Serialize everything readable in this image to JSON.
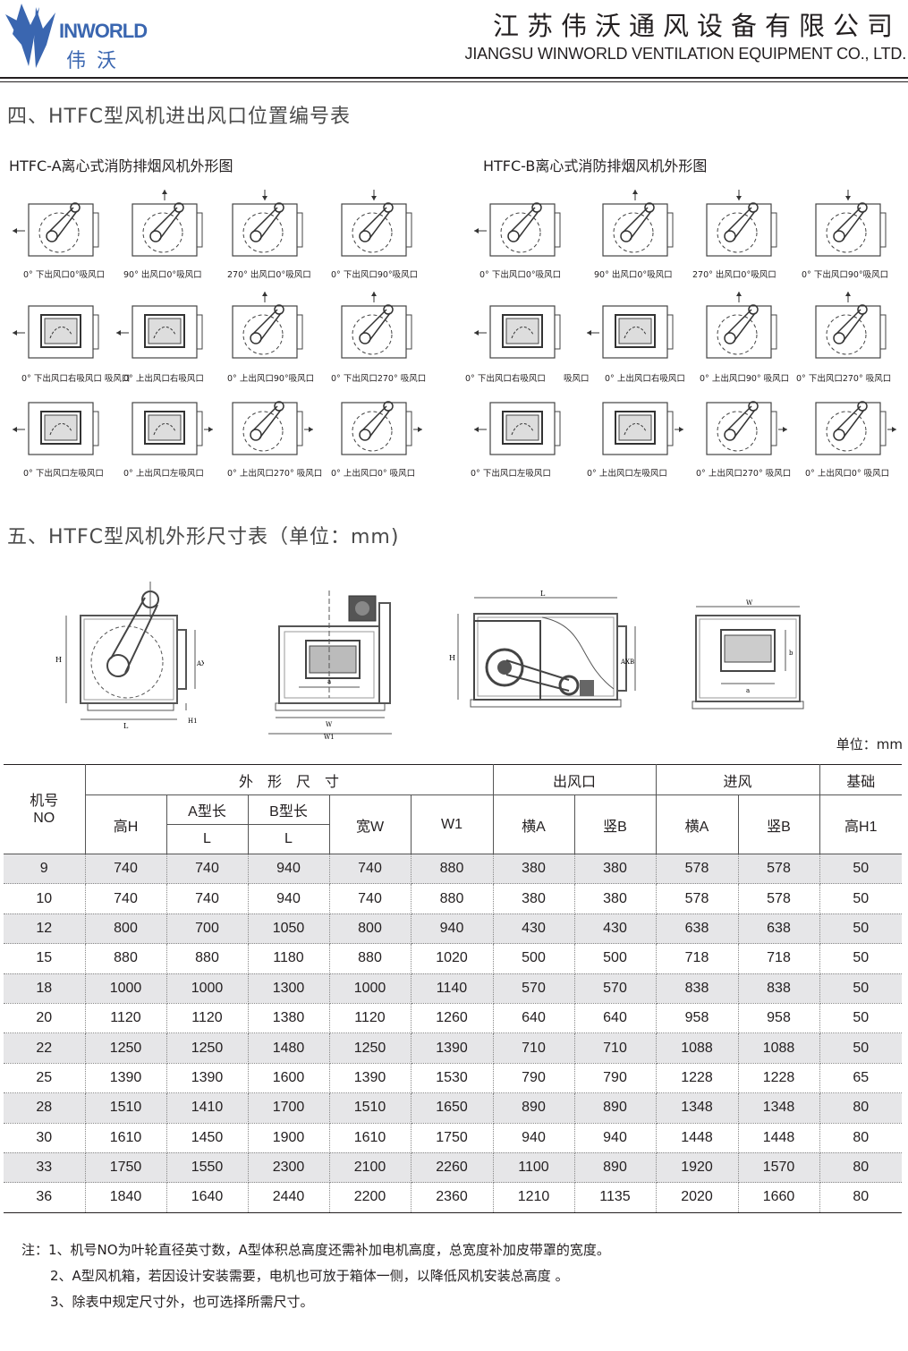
{
  "header": {
    "brand_en": "INWORLD",
    "brand_cn": "伟沃",
    "company_cn": "江苏伟沃通风设备有限公司",
    "company_en": "JIANGSU WINWORLD VENTILATION EQUIPMENT  CO., LTD.",
    "brand_color": "#3a66b0"
  },
  "section4": {
    "title": "四、HTFC型风机进出风口位置编号表",
    "a_title": "HTFC-A离心式消防排烟风机外形图",
    "b_title": "HTFC-B离心式消防排烟风机外形图",
    "a_captions": [
      "0° 下出风口0°吸风口",
      "90° 出风口0°吸风口",
      "270° 出风口0°吸风口",
      "0° 下出风口90°吸风口",
      "0° 下出风口右吸风口 吸风口",
      "0° 上出风口右吸风口",
      "0° 上出风口90°吸风口",
      "0° 下出风口270° 吸风口",
      "0° 下出风口左吸风口",
      "0° 上出风口左吸风口",
      "0° 上出风口270° 吸风口",
      "0° 上出风口0° 吸风口"
    ],
    "b_captions": [
      "0° 下出风口0°吸风口",
      "90° 出风口0°吸风口",
      "270° 出风口0°吸风口",
      "0° 下出风口90°吸风口",
      "0° 下出风口右吸风口",
      "吸风口",
      "0° 上出风口右吸风口",
      "0° 上出风口90° 吸风口",
      "0° 下出风口270° 吸风口",
      "0° 下出风口左吸风口",
      "0° 上出风口左吸风口",
      "0° 上出风口270° 吸风口",
      "0° 上出风口0° 吸风口"
    ]
  },
  "section5": {
    "title": "五、HTFC型风机外形尺寸表（单位：mm)",
    "drawing_labels": {
      "H": "H",
      "L": "L",
      "AXB": "AXB",
      "H1": "H1",
      "W": "W",
      "W1": "W1",
      "a": "a",
      "b": "b"
    },
    "unit_label": "单位：mm"
  },
  "table": {
    "h_no": "机号\nNO",
    "h_outer": "外　形　尺　寸",
    "h_outlet": "出风口",
    "h_inlet": "进风",
    "h_base": "基础",
    "h_high": "高H",
    "h_a_long": "A型长",
    "h_b_long": "B型长",
    "h_L": "L",
    "h_width": "宽W",
    "h_w1": "W1",
    "h_horiz": "横A",
    "h_vert": "竖B",
    "h_h1": "高H1",
    "rows": [
      [
        "9",
        "740",
        "740",
        "940",
        "740",
        "880",
        "380",
        "380",
        "578",
        "578",
        "50"
      ],
      [
        "10",
        "740",
        "740",
        "940",
        "740",
        "880",
        "380",
        "380",
        "578",
        "578",
        "50"
      ],
      [
        "12",
        "800",
        "700",
        "1050",
        "800",
        "940",
        "430",
        "430",
        "638",
        "638",
        "50"
      ],
      [
        "15",
        "880",
        "880",
        "1180",
        "880",
        "1020",
        "500",
        "500",
        "718",
        "718",
        "50"
      ],
      [
        "18",
        "1000",
        "1000",
        "1300",
        "1000",
        "1140",
        "570",
        "570",
        "838",
        "838",
        "50"
      ],
      [
        "20",
        "1120",
        "1120",
        "1380",
        "1120",
        "1260",
        "640",
        "640",
        "958",
        "958",
        "50"
      ],
      [
        "22",
        "1250",
        "1250",
        "1480",
        "1250",
        "1390",
        "710",
        "710",
        "1088",
        "1088",
        "50"
      ],
      [
        "25",
        "1390",
        "1390",
        "1600",
        "1390",
        "1530",
        "790",
        "790",
        "1228",
        "1228",
        "65"
      ],
      [
        "28",
        "1510",
        "1410",
        "1700",
        "1510",
        "1650",
        "890",
        "890",
        "1348",
        "1348",
        "80"
      ],
      [
        "30",
        "1610",
        "1450",
        "1900",
        "1610",
        "1750",
        "940",
        "940",
        "1448",
        "1448",
        "80"
      ],
      [
        "33",
        "1750",
        "1550",
        "2300",
        "2100",
        "2260",
        "1100",
        "890",
        "1920",
        "1570",
        "80"
      ],
      [
        "36",
        "1840",
        "1640",
        "2440",
        "2200",
        "2360",
        "1210",
        "1135",
        "2020",
        "1660",
        "80"
      ]
    ]
  },
  "notes": [
    "注：1、机号NO为叶轮直径英寸数，A型体积总高度还需补加电机高度，总宽度补加皮带罩的宽度。",
    "2、A型风机箱，若因设计安装需要，电机也可放于箱体一侧，以降低风机安装总高度 。",
    "3、除表中规定尺寸外，也可选择所需尺寸。"
  ]
}
